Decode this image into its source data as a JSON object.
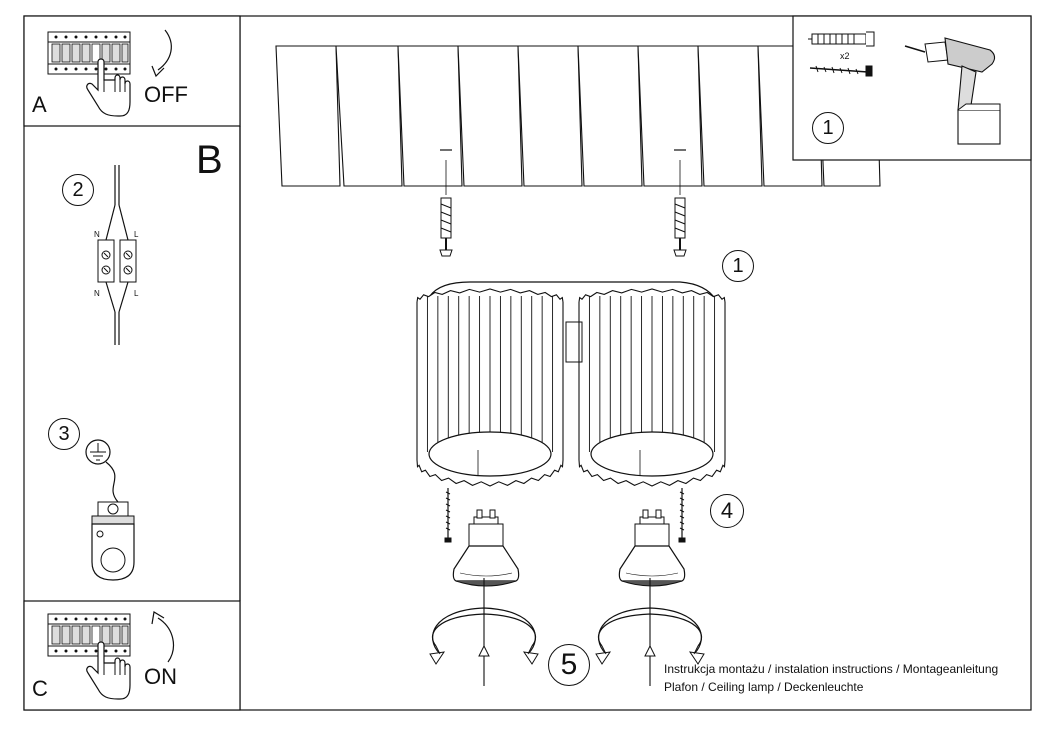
{
  "panels": {
    "a": {
      "letter": "A",
      "state": "OFF"
    },
    "b": {
      "letter": "B"
    },
    "c": {
      "letter": "C",
      "state": "ON"
    }
  },
  "steps": {
    "one": "1",
    "two": "2",
    "three": "3",
    "four": "4",
    "five": "5"
  },
  "hardware": {
    "quantity": "x2"
  },
  "wiring": {
    "neutral": "N",
    "live": "L"
  },
  "footer": {
    "instructions": "Instrukcja montażu / instalation instructions / Montageanleitung",
    "product": "Plafon / Ceiling lamp / Deckenleuchte"
  },
  "icons": {
    "breaker": "circuit-breaker-icon",
    "hand": "hand-icon",
    "drill": "power-drill-icon",
    "ground": "ground-symbol-icon",
    "connector": "terminal-block-icon",
    "bulb": "gu10-bulb-icon",
    "rotate": "rotate-arrow-icon"
  }
}
